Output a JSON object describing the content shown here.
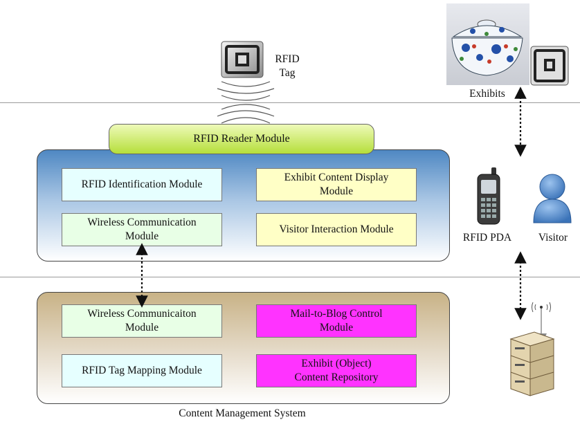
{
  "diagram": {
    "caption": "Content Management System",
    "rfid_tag_label": "RFID\nTag",
    "exhibits_label": "Exhibits",
    "pda_label": "RFID PDA",
    "visitor_label": "Visitor",
    "reader_module": "RFID Reader Module",
    "pda_modules": {
      "rfid_identification": "RFID Identification Module",
      "exhibit_content_display": "Exhibit Content Display\nModule",
      "wireless_communication": "Wireless Communication\nModule",
      "visitor_interaction": "Visitor Interaction Module"
    },
    "cms_modules": {
      "wireless_communicaiton": "Wireless Communicaiton\nModule",
      "mail_to_blog": "Mail-to-Blog Control\nModule",
      "rfid_tag_mapping": "RFID Tag Mapping Module",
      "exhibit_repository": "Exhibit (Object)\nContent Repository"
    },
    "colors": {
      "panel_blue_top": "#4f88c3",
      "panel_blue_bottom": "#ffffff",
      "panel_brown_top": "#c8b286",
      "panel_brown_bottom": "#ffffff",
      "reader_green": "#b5de3a",
      "box_cyan": "#e6ffff",
      "box_green": "#e8ffe6",
      "box_yellow": "#ffffc6",
      "box_magenta": "#ff33ff"
    },
    "icons": [
      "rfid-tag-icon",
      "radio-waves-icon",
      "porcelain-bowl-icon",
      "pda-icon",
      "visitor-icon",
      "server-icon"
    ]
  }
}
